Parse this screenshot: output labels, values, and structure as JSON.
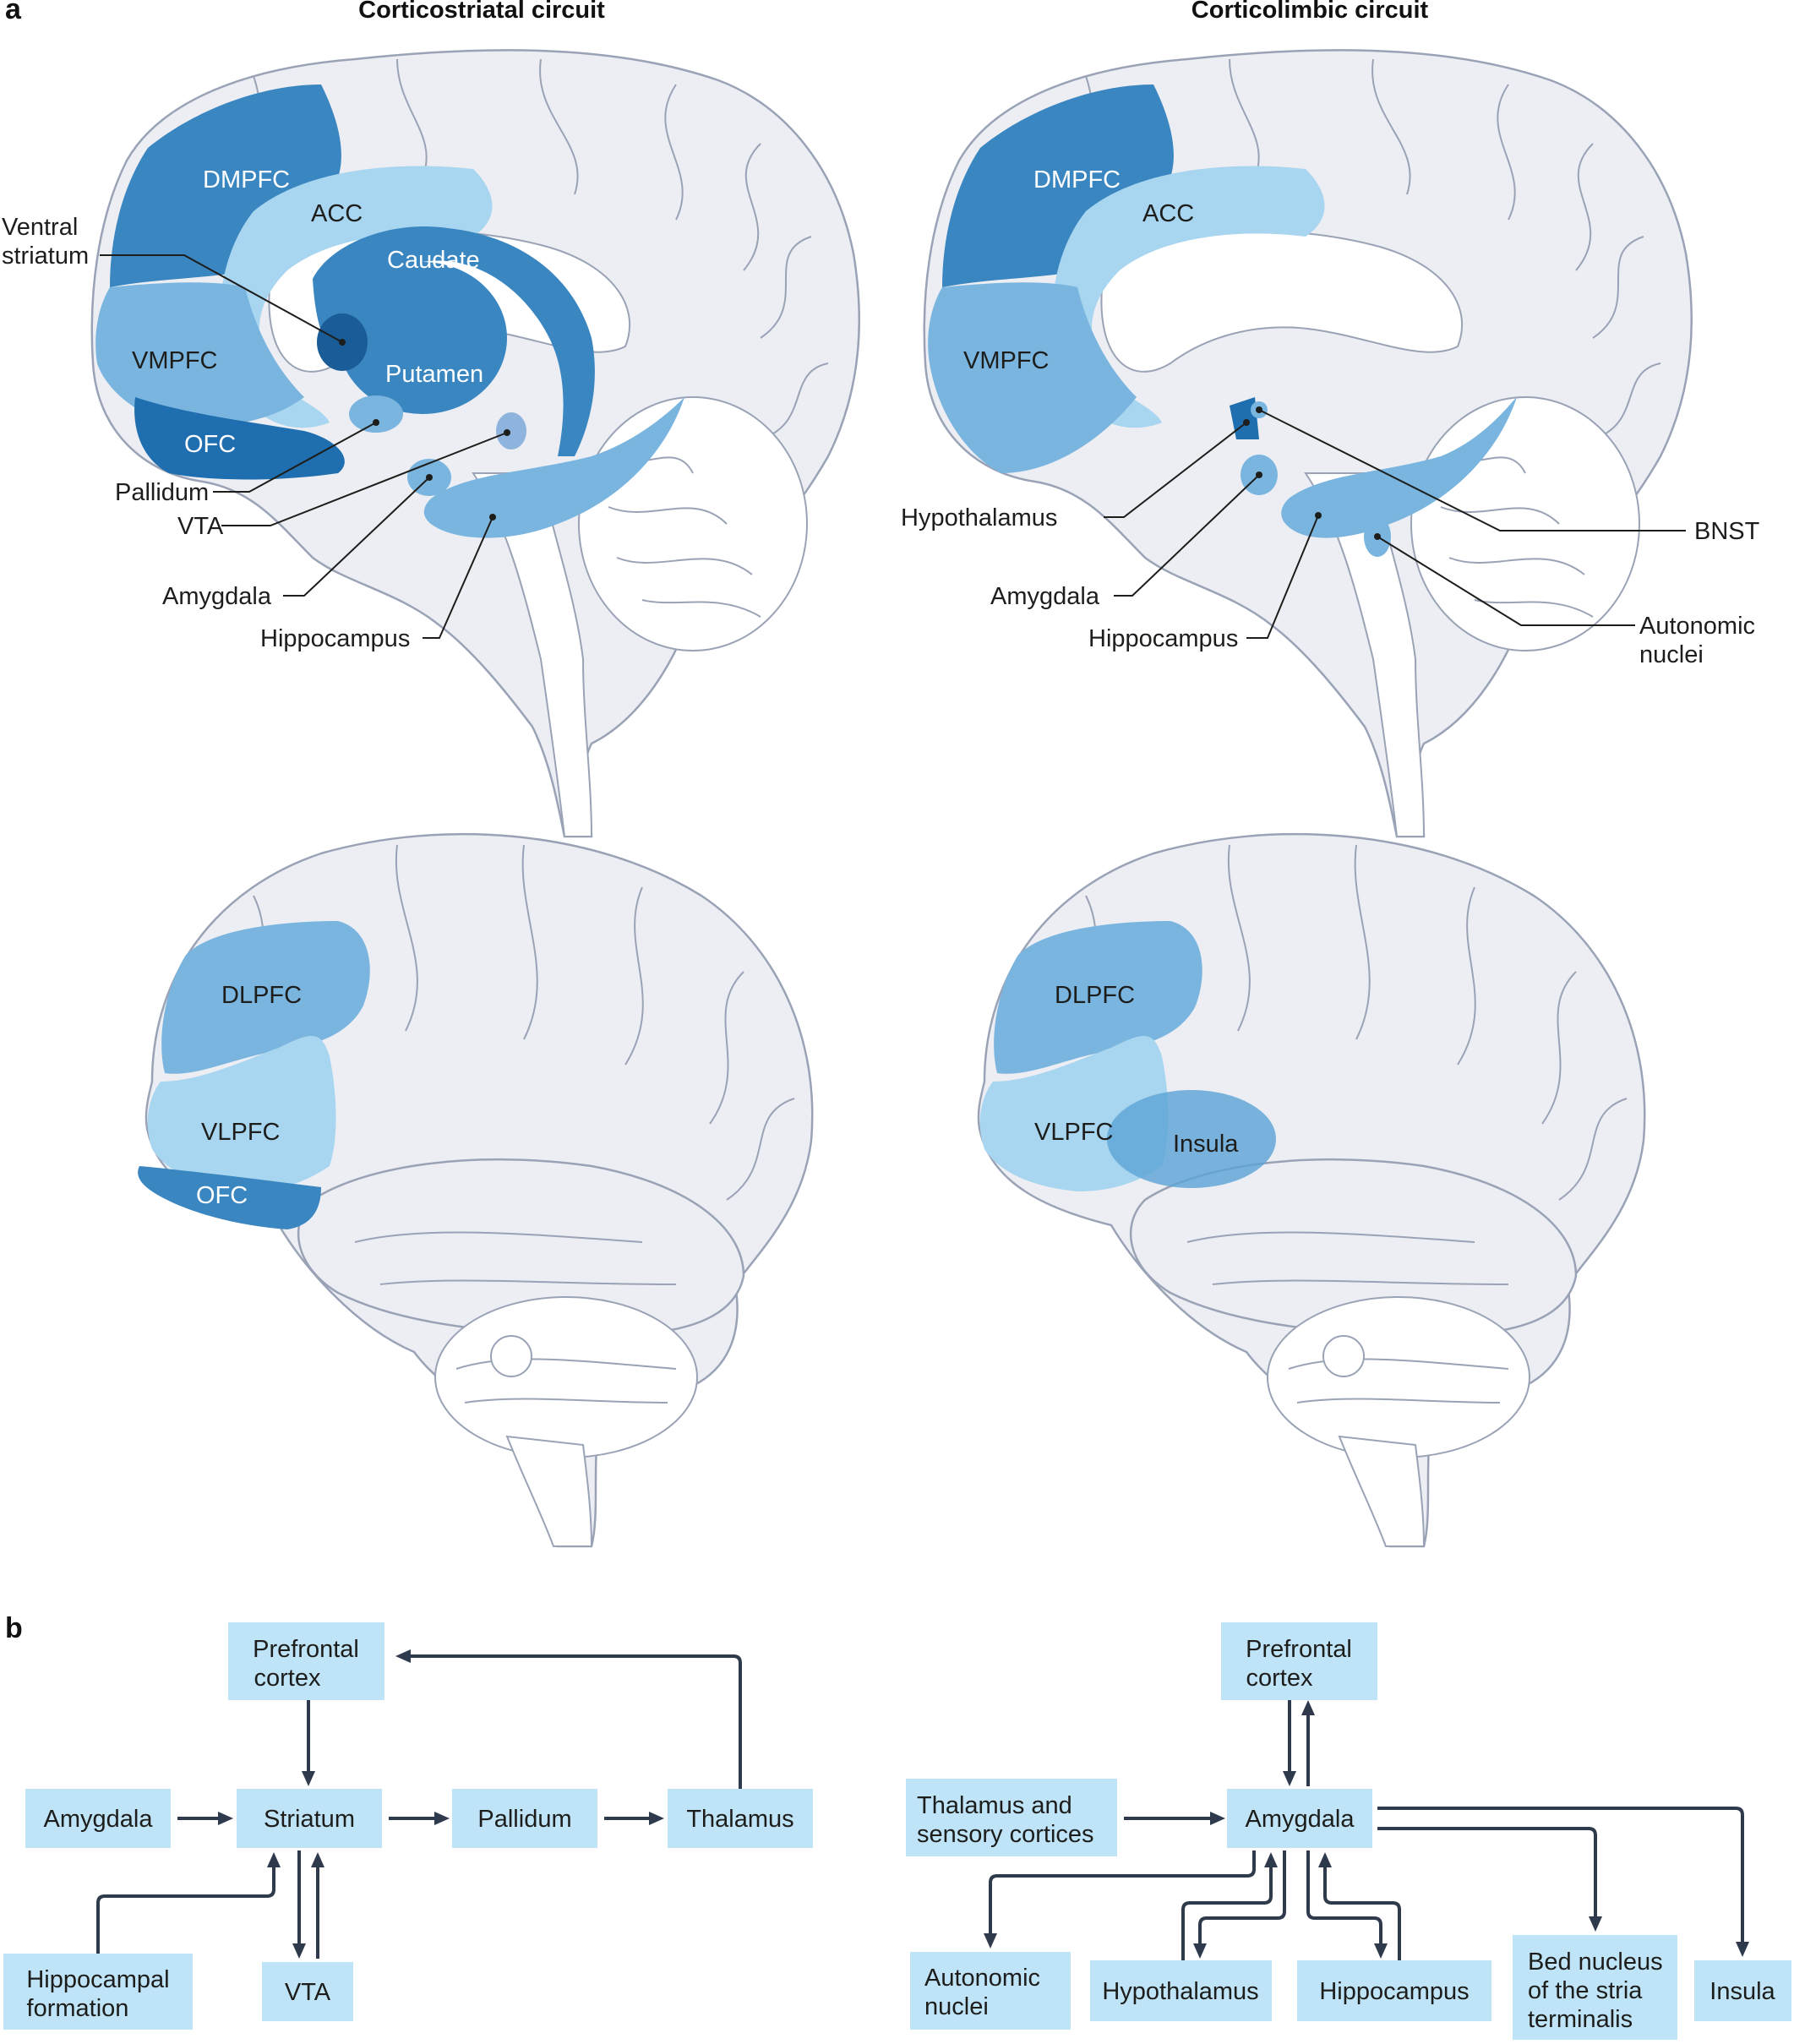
{
  "panel_a": {
    "letter": "a",
    "left_title": "Corticostriatal circuit",
    "right_title": "Corticolimbic circuit",
    "left_medial_labels": {
      "dmpfc": "DMPFC",
      "acc": "ACC",
      "caudate": "Caudate",
      "putamen": "Putamen",
      "vmpfc": "VMPFC",
      "ofc": "OFC",
      "ventral_striatum_1": "Ventral",
      "ventral_striatum_2": "striatum",
      "pallidum": "Pallidum",
      "vta": "VTA",
      "amygdala": "Amygdala",
      "hippocampus": "Hippocampus"
    },
    "right_medial_labels": {
      "dmpfc": "DMPFC",
      "acc": "ACC",
      "vmpfc": "VMPFC",
      "hypothalamus": "Hypothalamus",
      "amygdala": "Amygdala",
      "hippocampus": "Hippocampus",
      "bnst": "BNST",
      "autonomic_1": "Autonomic",
      "autonomic_2": "nuclei"
    },
    "left_lateral_labels": {
      "dlpfc": "DLPFC",
      "vlpfc": "VLPFC",
      "ofc": "OFC"
    },
    "right_lateral_labels": {
      "dlpfc": "DLPFC",
      "vlpfc": "VLPFC",
      "insula": "Insula"
    }
  },
  "panel_b": {
    "letter": "b",
    "left_flow": {
      "prefrontal_1": "Prefrontal",
      "prefrontal_2": "cortex",
      "amygdala": "Amygdala",
      "striatum": "Striatum",
      "pallidum": "Pallidum",
      "thalamus": "Thalamus",
      "hippocampal_1": "Hippocampal",
      "hippocampal_2": "formation",
      "vta": "VTA"
    },
    "right_flow": {
      "prefrontal_1": "Prefrontal",
      "prefrontal_2": "cortex",
      "thalamus_1": "Thalamus and",
      "thalamus_2": "sensory cortices",
      "amygdala": "Amygdala",
      "autonomic_1": "Autonomic",
      "autonomic_2": "nuclei",
      "hypothalamus": "Hypothalamus",
      "hippocampus": "Hippocampus",
      "bed_1": "Bed nucleus",
      "bed_2": "of the stria",
      "bed_3": "terminalis",
      "insula": "Insula"
    }
  },
  "colors": {
    "dark_blue": "#3a86c1",
    "darker_blue": "#1f6fb0",
    "mid_blue": "#7ab5df",
    "light_blue": "#a8d5ef",
    "box_fill": "#bfe3f7",
    "arrow": "#2f3a4c",
    "brain_fill": "#eceef3",
    "brain_outline": "#9aa3b6"
  }
}
